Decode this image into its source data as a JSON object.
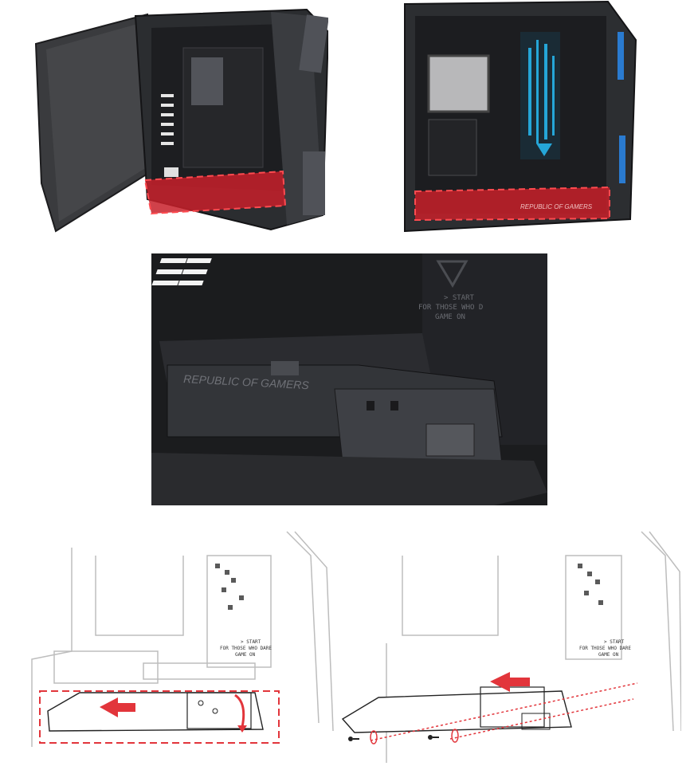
{
  "photo_left": {
    "colors": {
      "case": "#2b2d30",
      "highlight": "#c8202a"
    }
  },
  "photo_right": {
    "panel_text": [
      "REPUBLIC OF GAMERS"
    ],
    "cover_text": "REPUBLIC OF GAMERS",
    "colors": {
      "accent": "#25a6d8",
      "highlight": "#c8202a"
    }
  },
  "closeup": {
    "slogan_lines": [
      "> START",
      "FOR THOSE WHO D",
      "GAME ON"
    ],
    "cover_text": "REPUBLIC OF GAMERS"
  },
  "diagram_step1": {
    "slogan_lines": [
      "> START",
      "FOR THOSE WHO DARE",
      "GAME ON"
    ],
    "arrow_direction": "left",
    "colors": {
      "arrow": "#e2353b",
      "dash": "#e2353b"
    }
  },
  "diagram_step2": {
    "slogan_lines": [
      "> START",
      "FOR THOSE WHO DARE",
      "GAME ON"
    ],
    "arrow_direction": "left",
    "screw_count": 2,
    "colors": {
      "arrow": "#e2353b"
    }
  }
}
